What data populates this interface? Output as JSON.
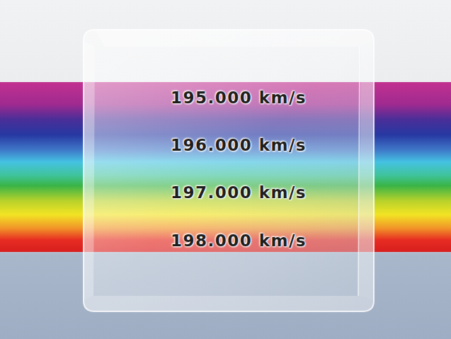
{
  "diagram": {
    "labels": [
      "195.000 km/s",
      "196.000 km/s",
      "197.000 km/s",
      "198.000 km/s"
    ]
  }
}
